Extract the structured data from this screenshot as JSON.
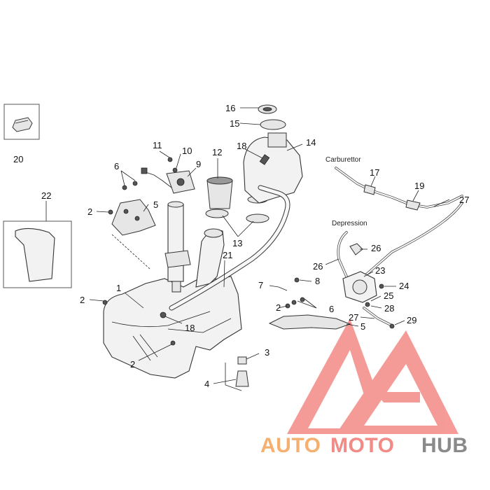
{
  "labels": {
    "carburettor": "Carburettor",
    "depression": "Depression"
  },
  "callouts": [
    "1",
    "2",
    "2",
    "2",
    "2",
    "3",
    "4",
    "5",
    "5",
    "6",
    "6",
    "7",
    "8",
    "9",
    "10",
    "11",
    "12",
    "13",
    "14",
    "15",
    "16",
    "17",
    "18",
    "18",
    "19",
    "20",
    "21",
    "22",
    "23",
    "24",
    "25",
    "26",
    "26",
    "27",
    "27",
    "28",
    "29"
  ],
  "watermark": {
    "part1": "AUTO",
    "part2": "MOTO",
    "part3": "HUB",
    "color1": "#f5b070",
    "color2": "#f28a85",
    "color3": "#8a8a8a",
    "logo_color": "#f48a86"
  },
  "colors": {
    "line": "#333333",
    "background": "#ffffff"
  }
}
